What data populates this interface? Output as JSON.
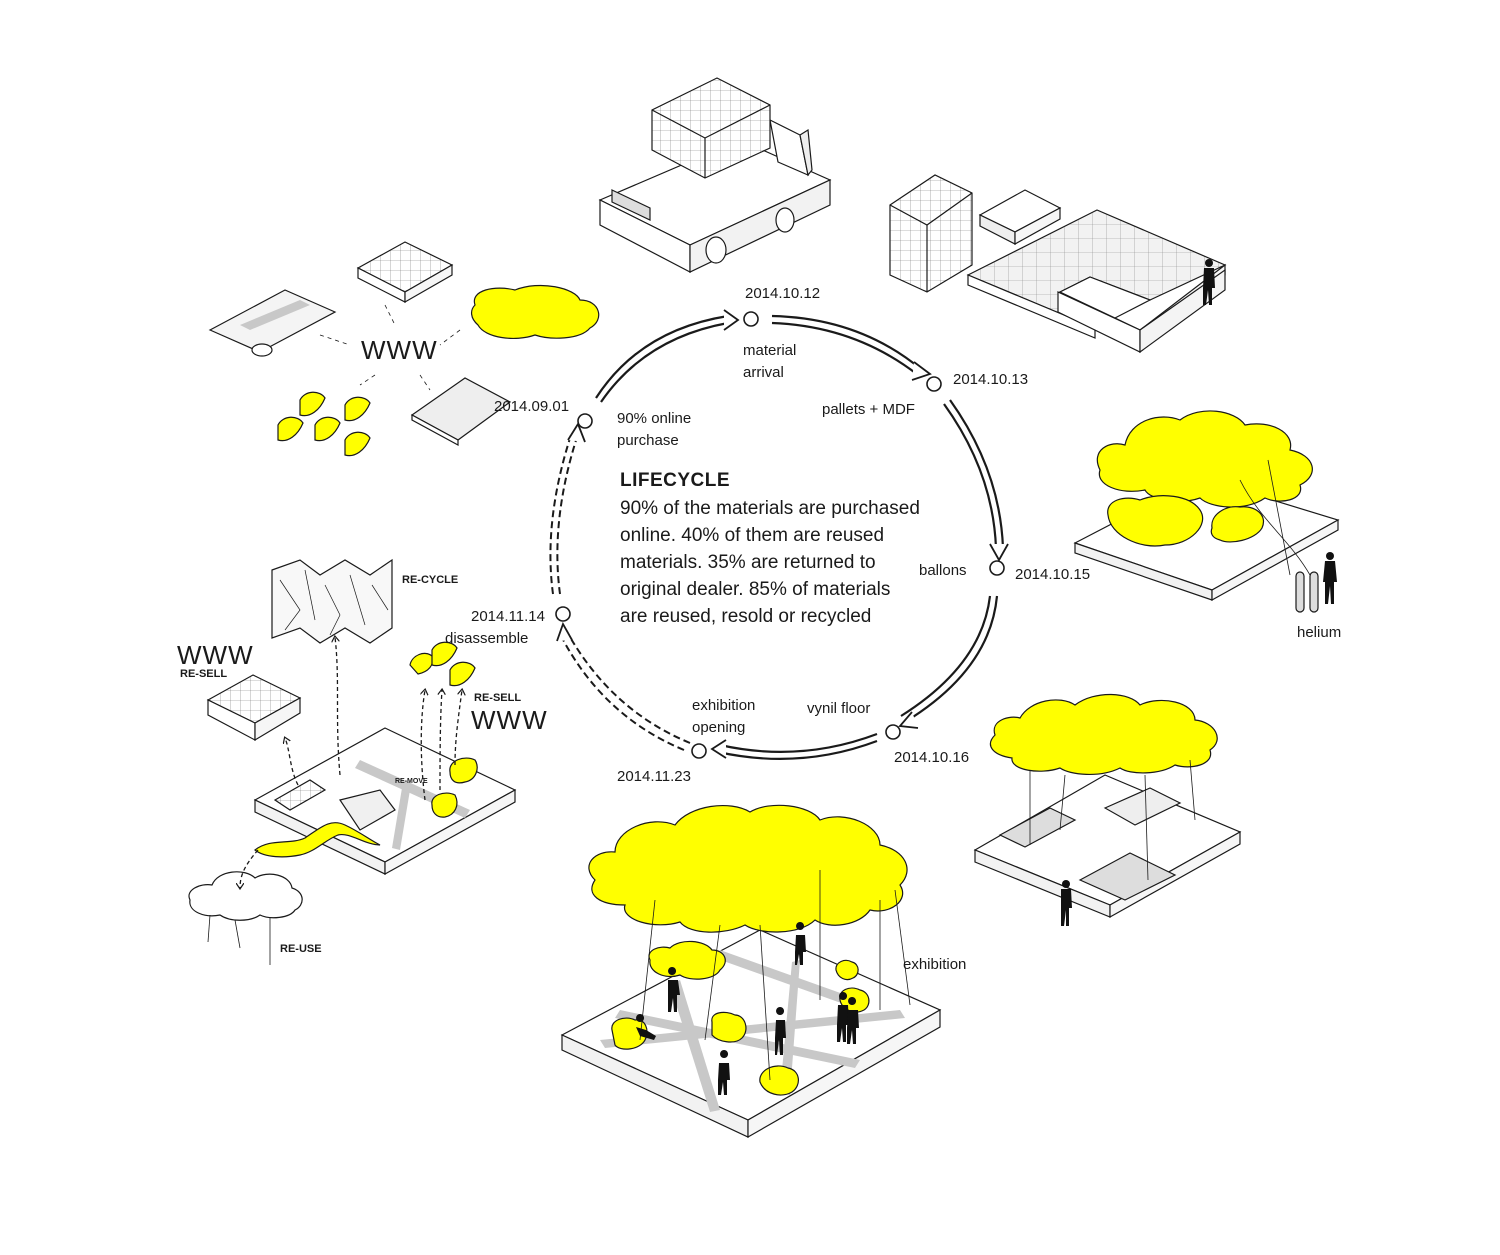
{
  "lifecycle": {
    "title": "LIFECYCLE",
    "body": "90% of the materials are purchased online. 40% of them are reused materials. 35% are returned to original dealer. 85% of materials are reused, resold or recycled"
  },
  "stages": [
    {
      "date": "2014.09.01",
      "label": "90% online purchase"
    },
    {
      "date": "2014.10.12",
      "label": "material arrival"
    },
    {
      "date": "2014.10.13",
      "label": "pallets + MDF"
    },
    {
      "date": "2014.10.15",
      "label": "ballons"
    },
    {
      "date": "2014.10.16",
      "label": "vynil floor"
    },
    {
      "date": "2014.11.23",
      "label": "exhibition opening"
    },
    {
      "date": "2014.11.14",
      "label": "disassemble"
    }
  ],
  "labels": {
    "www_top": "WWW",
    "www_left": "WWW",
    "www_right": "WWW",
    "recycle": "RE-CYCLE",
    "resell_left": "RE-SELL",
    "resell_right": "RE-SELL",
    "reuse": "RE-USE",
    "remove": "RE-MOVE",
    "helium": "helium",
    "exhibition": "exhibition"
  },
  "colors": {
    "accent": "#ffff00",
    "line": "#1a1a1a",
    "path_gray": "#c8c8c8",
    "light_gray": "#e6e6e6"
  }
}
